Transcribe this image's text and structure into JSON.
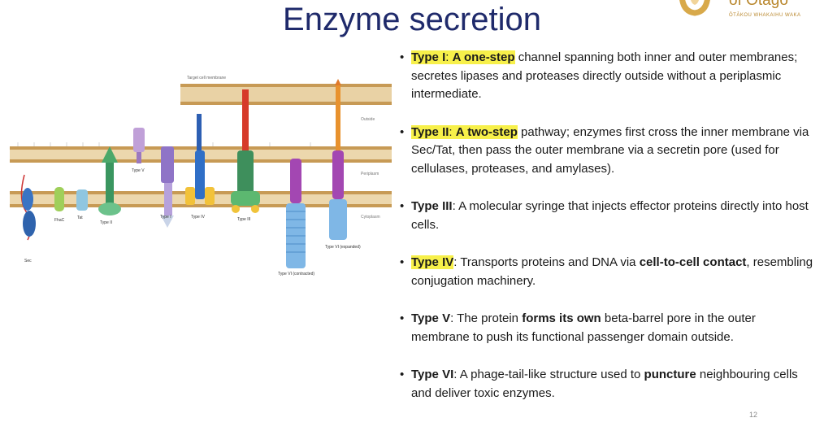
{
  "slide": {
    "title": "Enzyme secretion",
    "page_number": "12"
  },
  "logo": {
    "text": "of Otago",
    "subtext": "ŌTĀKOU WHAKAIHU WAKA"
  },
  "figure": {
    "labels": {
      "target_cell": "Target cell membrane",
      "outside": "Outside",
      "periplasm": "Periplasm",
      "cytoplasm": "Cytoplasm",
      "sec": "Sec",
      "fhac": "FhaC",
      "tat": "Tat",
      "type2": "Type II",
      "type5": "Type V",
      "type1": "Type I",
      "type4": "Type IV",
      "type3": "Type III",
      "type6c": "Type VI (contracted)",
      "type6e": "Type VI (expanded)"
    }
  },
  "bullets": [
    {
      "head": "Type I",
      "sep": ": ",
      "hl": "A one-step",
      "text": " channel spanning both inner and outer membranes; secretes lipases and proteases directly outside without a periplasmic intermediate."
    },
    {
      "head": "Type II",
      "sep": ": ",
      "hl": "A two-step",
      "text": " pathway; enzymes first cross the inner membrane via Sec/Tat, then pass the outer membrane via a secretin pore (used for cellulases, proteases, and amylases)."
    },
    {
      "head": "Type III",
      "text": ": A molecular syringe that injects effector proteins directly into host cells."
    },
    {
      "head": "Type IV",
      "t1": ": Transports proteins and DNA via ",
      "b1": "cell-to-cell contact",
      "t2": ", resembling conjugation machinery."
    },
    {
      "head": "Type V",
      "t1": ": The protein ",
      "b1": "forms its own",
      "t2": " beta-barrel pore in the outer membrane to push its functional passenger domain outside."
    },
    {
      "head": "Type VI",
      "t1": ": A phage-tail-like structure used to ",
      "b1": "puncture",
      "t2": " neighbouring cells and deliver toxic enzymes."
    }
  ]
}
